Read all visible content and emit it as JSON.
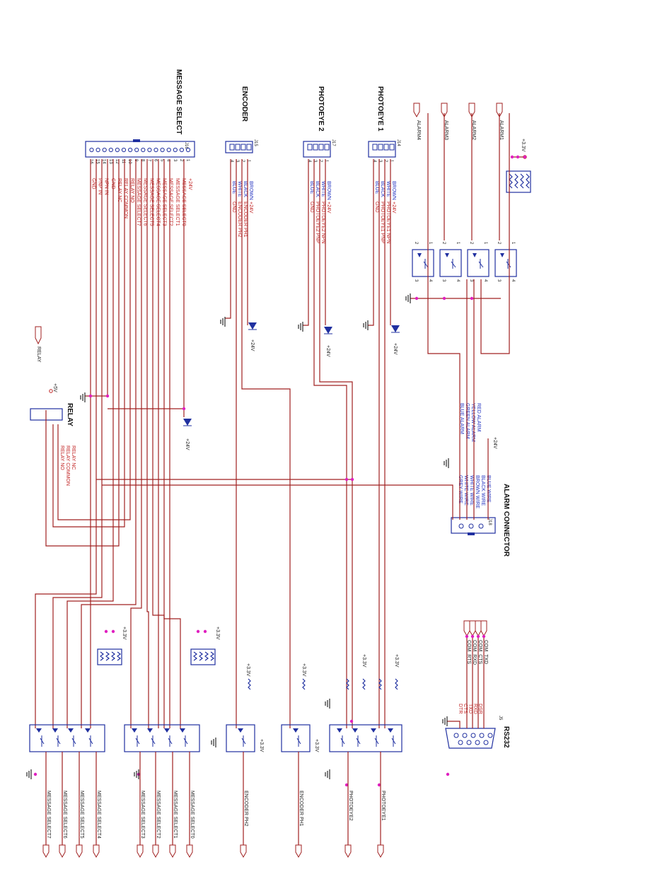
{
  "headers": {
    "message_select": "MESSAGE SELECT",
    "encoder": "ENCODER",
    "photoeye2": "PHOTOEYE 2",
    "photoeye1": "PHOTOEYE 1",
    "relay": "RELAY",
    "alarm_connector": "ALARM CONNECTOR",
    "rs232": "RS232"
  },
  "designators": {
    "message_select": "J16",
    "encoder": "J15",
    "photoeye2": "J17",
    "photoeye1": "J14",
    "alarm": "J18",
    "rs232": "J5"
  },
  "message_select_pins": [
    "+24V",
    "MESSAGE SELECT0",
    "MESSAGE SELECT1",
    "MESSAGE SELECT2",
    "MESSAGE SELECT3",
    "MESSAGE SELECT4",
    "MESSAGE SELECT5",
    "MESSAGE SELECT6",
    "MESSAGE SELECT7",
    "RELAY NO",
    "RELAY COMMON",
    "RELAY NC",
    "GND",
    "NPN IN",
    "PNP IN",
    "GND"
  ],
  "encoder_pins": {
    "colors": [
      "BROWN",
      "BLACK",
      "WHITE",
      "BLUE"
    ],
    "signals": [
      "+24V",
      "ENCODER PH1",
      "ENCODER PH2",
      "GND"
    ]
  },
  "photoeye2_pins": {
    "colors": [
      "BROWN",
      "WHITE",
      "BLACK",
      "BLUE"
    ],
    "signals": [
      "+24V",
      "PHOTOEYE2 NPN",
      "PHOTOEYE2 PNP",
      "GND"
    ]
  },
  "photoeye1_pins": {
    "colors": [
      "BROWN",
      "WHITE",
      "BLACK",
      "BLUE"
    ],
    "signals": [
      "+24V",
      "PHOTOEYE1 NPN",
      "PHOTOEYE1 PNP",
      "GND"
    ]
  },
  "alarm_outputs": [
    "ALARM1",
    "ALARM2",
    "ALARM3",
    "ALARM4"
  ],
  "alarm_wires": {
    "left": [
      "BLUE ALARM",
      "GREEN ALARM",
      "YELLOW ALARM",
      "RED ALARM"
    ],
    "right": [
      "BLUE WIRE",
      "BLACK WIRE",
      "BROWN WIRE",
      "WHITE WIRE",
      "WHITE WIRE",
      "GREY WIRE"
    ]
  },
  "relay_labels": [
    "RELAY NO",
    "RELAY COMMON",
    "RELAY NC"
  ],
  "relay_net": "RELAY",
  "rs232_nets": [
    "COM_TXD",
    "COM_CTS",
    "COM_RXD",
    "COM_RTS"
  ],
  "rs232_pins": [
    "DSR",
    "RXD",
    "TXD",
    "CTS",
    "DTR"
  ],
  "power": {
    "v24": "+24V",
    "v5": "+5V",
    "v33": "+3.3V"
  },
  "bottom_nets": [
    "MESSAGE SELECT7",
    "MESSAGE SELECT6",
    "MESSAGE SELECT5",
    "MESSAGE SELECT4",
    "MESSAGE SELECT3",
    "MESSAGE SELECT2",
    "MESSAGE SELECT1",
    "MESSAGE SELECT0",
    "ENCODER PH2",
    "ENCODER PH1",
    "PHOTOEYE2",
    "PHOTOEYE1"
  ],
  "colors": {
    "wire_red": "#a02020",
    "wire_blue": "#2030a0",
    "junction": "#e020c0"
  }
}
